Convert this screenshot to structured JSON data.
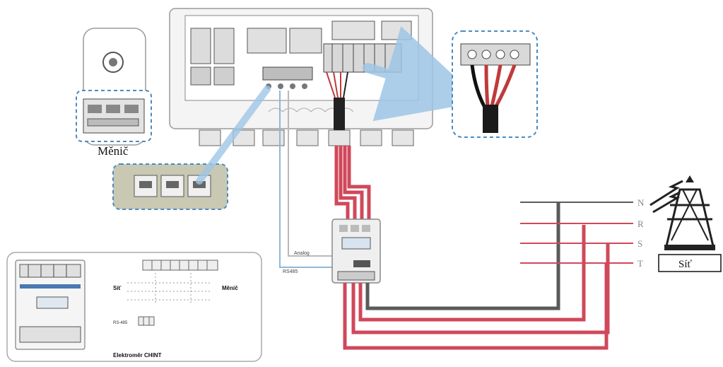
{
  "labels": {
    "inverter_left": "Měnič",
    "grid": "Síť",
    "phase_n": "N",
    "phase_r": "R",
    "phase_s": "S",
    "phase_t": "T",
    "inset_grid": "Síť",
    "inset_inverter": "Měnič",
    "inset_meter": "Elektroměr CHINT",
    "inset_rs485": "RS-485",
    "wire_label_1": "Analog",
    "wire_label_2": "RS485"
  },
  "colors": {
    "dashed_outline": "#4a8bc2",
    "neutral_wire": "#5a5a5a",
    "phase_wire": "#d0485a",
    "signal_wire": "#8fb7d8",
    "panel_fill": "#efefef",
    "port_panel_fill": "#c9c8b2"
  },
  "icons": {
    "grid": "power-tower-icon",
    "lightning": "lightning-icon"
  }
}
